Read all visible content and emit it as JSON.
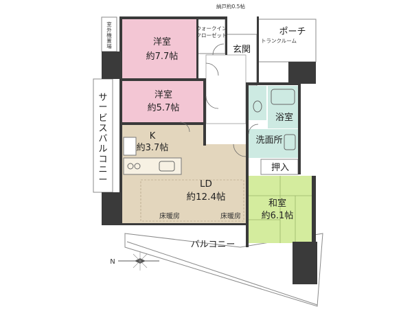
{
  "top_note": "納戸約0.5帖",
  "outdoor_unit": [
    "室",
    "外",
    "機",
    "置",
    "場"
  ],
  "rooms": {
    "western1": {
      "name": "洋室",
      "size": "約7.7帖"
    },
    "walkin": {
      "line1": "ウォークイン",
      "line2": "クローゼット"
    },
    "entrance": {
      "name": "玄関"
    },
    "porch": {
      "name": "ポーチ"
    },
    "trunk": {
      "name": "トランクルーム"
    },
    "western2": {
      "name": "洋室",
      "size": "約5.7帖"
    },
    "service_balcony": [
      "サ",
      "ー",
      "ビ",
      "ス",
      "バ",
      "ル",
      "コ",
      "ニ",
      "ー"
    ],
    "kitchen": {
      "name": "K",
      "size": "約3.7帖"
    },
    "bath": {
      "name": "浴室"
    },
    "washroom": {
      "name": "洗面所"
    },
    "closet": {
      "name": "押入"
    },
    "ld": {
      "name": "LD",
      "size": "約12.4帖"
    },
    "japanese": {
      "name": "和室",
      "size": "約6.1帖"
    },
    "floor_heating_1": "床暖房",
    "floor_heating_2": "床暖房",
    "balcony": {
      "name": "バルコニー"
    },
    "north": "N"
  },
  "colors": {
    "western": "#f3c6d4",
    "ld": "#e3d6bd",
    "wet": "#cdeae2",
    "japanese": "#d4ec9e",
    "wall": "#3a3a3a"
  }
}
